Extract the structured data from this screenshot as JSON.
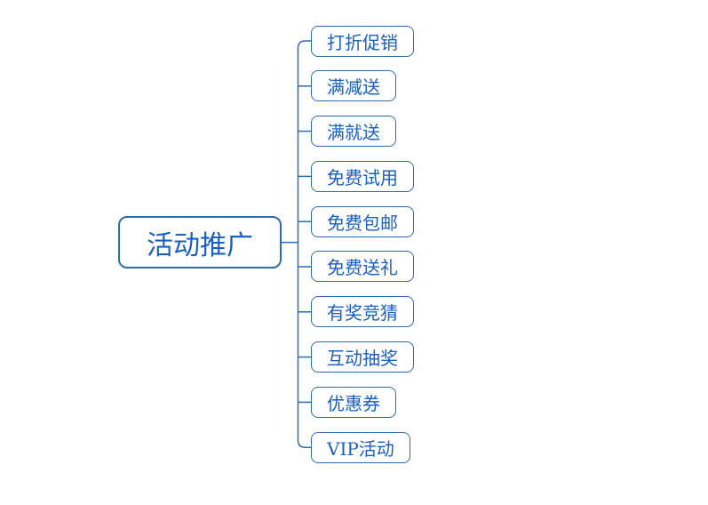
{
  "diagram": {
    "type": "mindmap",
    "root": {
      "label": "活动推广"
    },
    "children": [
      {
        "label": "打折促销"
      },
      {
        "label": "满减送"
      },
      {
        "label": "满就送"
      },
      {
        "label": "免费试用"
      },
      {
        "label": "免费包邮"
      },
      {
        "label": "免费送礼"
      },
      {
        "label": "有奖竞猜"
      },
      {
        "label": "互动抽奖"
      },
      {
        "label": "优惠券"
      },
      {
        "label": "VIP活动"
      }
    ],
    "colors": {
      "line": "#2e6bb0",
      "node_border": "#2e6bb0",
      "text": "#1a5fc2",
      "background": "#ffffff"
    }
  }
}
